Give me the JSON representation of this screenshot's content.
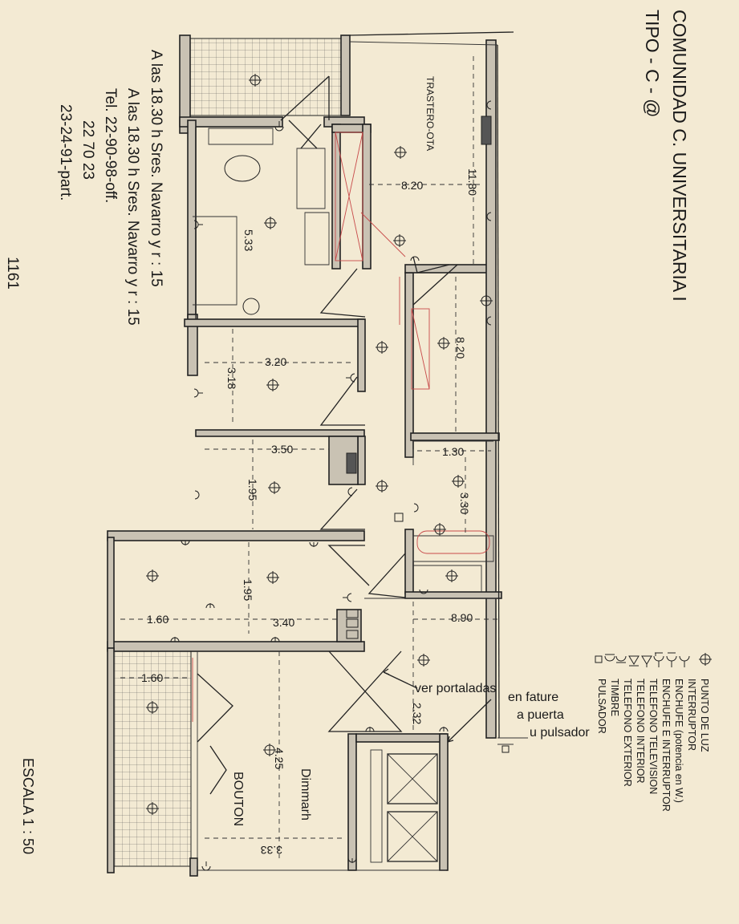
{
  "title": {
    "line1": "COMUNIDAD C. UNIVERSITARIA I",
    "line2": "TIPO - C - @"
  },
  "handwritten": {
    "line1": "A las 18.30 h Sres. Navarro y r : 15",
    "line2": "A las 18.30 h Sres. Navarro y r : 15",
    "line3": "Tel. 22-90-98-off.",
    "line4": "22 70 23",
    "line5": "23-24-91-part."
  },
  "sheet_number": "1161",
  "scale": "ESCALA   1 : 50",
  "rooms": {
    "storage": "TRASTERO-OTA",
    "dimmarh": "Dimmarh",
    "bouton": "BOUTON"
  },
  "dimensions": {
    "d_8_20_top": "8.20",
    "d_11_80": "11.80",
    "d_5_33": "5.33",
    "d_8_20_right": "8.20",
    "d_3_20": "3.20",
    "d_3_18": "3.18",
    "d_3_50": "3.50",
    "d_1_95_a": "1.95",
    "d_1_30": "1.30",
    "d_3_30": "3.30",
    "d_1_95_b": "1.95",
    "d_1_60_a": "1.60",
    "d_3_40": "3.40",
    "d_8_90": "8.90",
    "d_1_60_b": "1.60",
    "d_4_25": "4.25",
    "d_2_32": "2.32",
    "d_3_33": "3.33"
  },
  "annotations": {
    "portaladas": "ver portaladas",
    "fature1": "en fature",
    "fature2": "a puerta",
    "fature3": "u pulsador"
  },
  "legend": [
    "PUNTO DE LUZ",
    "INTERRUPTOR",
    "ENCHUFE (potencia en W.)",
    "ENCHUFE E INTERRUPTOR",
    "TELEFONO TELEVISION",
    "TELEFONO INTERIOR",
    "TELEFONO EXTERIOR",
    "TIMBRE",
    "PULSADOR"
  ],
  "legend_icons": [
    "light-point-icon",
    "switch-icon",
    "socket-icon",
    "socket-switch-icon",
    "tv-phone-icon",
    "interior-phone-icon",
    "exterior-phone-icon",
    "doorbell-icon",
    "push-button-icon"
  ]
}
